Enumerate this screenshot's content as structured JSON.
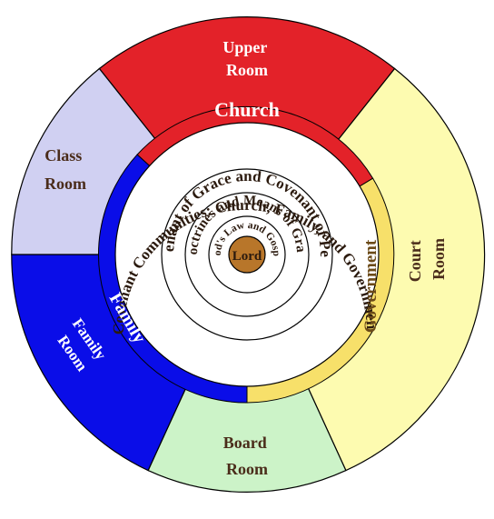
{
  "center": {
    "label": "Lord",
    "fill": "#b8762a"
  },
  "rings": {
    "law_gospel": "God's Law and Gospel",
    "doctrines": "Doctrines and Means of Grace",
    "covenant": "Covenant of Grace and Covenant of Peace",
    "communities": "Covenant Communities: Church, Family, and Government"
  },
  "institutions": [
    {
      "label": "Church",
      "color": "#e32229"
    },
    {
      "label": "Government",
      "color": "#f7e06a"
    },
    {
      "label": "Family",
      "color": "#0a0de8"
    }
  ],
  "rooms": [
    {
      "key": "upper",
      "line1": "Upper",
      "line2": "Room",
      "color": "#e32229",
      "text_color": "#ffffff"
    },
    {
      "key": "court",
      "line1": "Court",
      "line2": "Room",
      "color": "#fdfbb0",
      "text_color": "#4a2c1a"
    },
    {
      "key": "board",
      "line1": "Board",
      "line2": "Room",
      "color": "#ccf3c8",
      "text_color": "#4a2c1a"
    },
    {
      "key": "family",
      "line1": "Family",
      "line2": "Room",
      "color": "#0a0de8",
      "text_color": "#ffffff"
    },
    {
      "key": "class",
      "line1": "Class",
      "line2": "Room",
      "color": "#d0d0f2",
      "text_color": "#4a2c1a"
    }
  ]
}
